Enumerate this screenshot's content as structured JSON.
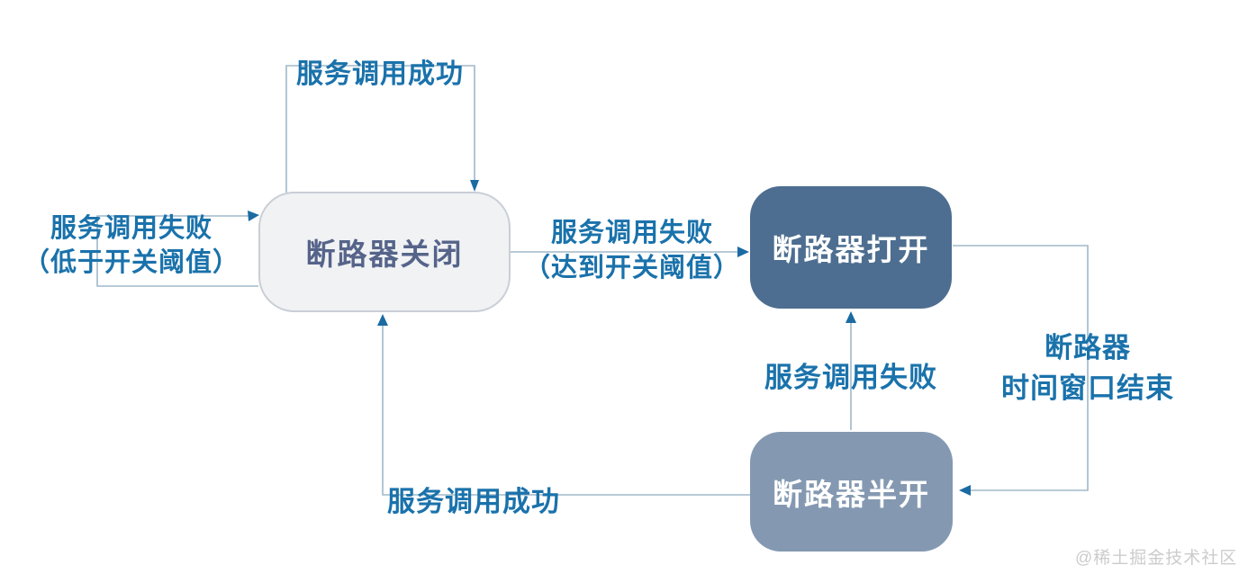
{
  "diagram_type": "state-machine",
  "nodes": {
    "closed": {
      "label": "断路器关闭",
      "fill": "#f0f2f4",
      "border": "#c9ced6",
      "text_color": "#56648a"
    },
    "open": {
      "label": "断路器打开",
      "fill": "#4d6e90",
      "text_color": "#ffffff"
    },
    "half_open": {
      "label": "断路器半开",
      "fill": "#8499b1",
      "text_color": "#ffffff"
    }
  },
  "edges": {
    "closed_self_success": {
      "from": "closed",
      "to": "closed",
      "label": "服务调用成功"
    },
    "closed_self_failure": {
      "from": "closed",
      "to": "closed",
      "label_line1": "服务调用失败",
      "label_line2": "（低于开关阈值）"
    },
    "closed_to_open": {
      "from": "closed",
      "to": "open",
      "label_line1": "服务调用失败",
      "label_line2": "（达到开关阈值）"
    },
    "half_open_to_open": {
      "from": "half_open",
      "to": "open",
      "label": "服务调用失败"
    },
    "open_to_half_open": {
      "from": "open",
      "to": "half_open",
      "label_line1": "断路器",
      "label_line2": "时间窗口结束"
    },
    "half_open_to_closed": {
      "from": "half_open",
      "to": "closed",
      "label": "服务调用成功"
    }
  },
  "colors": {
    "edge_label": "#1a72ab",
    "connector_line": "#a0b8c8",
    "arrowhead": "#1b6ba3",
    "background": "#ffffff",
    "watermark": "#cccccc"
  },
  "watermark": "@稀土掘金技术社区"
}
